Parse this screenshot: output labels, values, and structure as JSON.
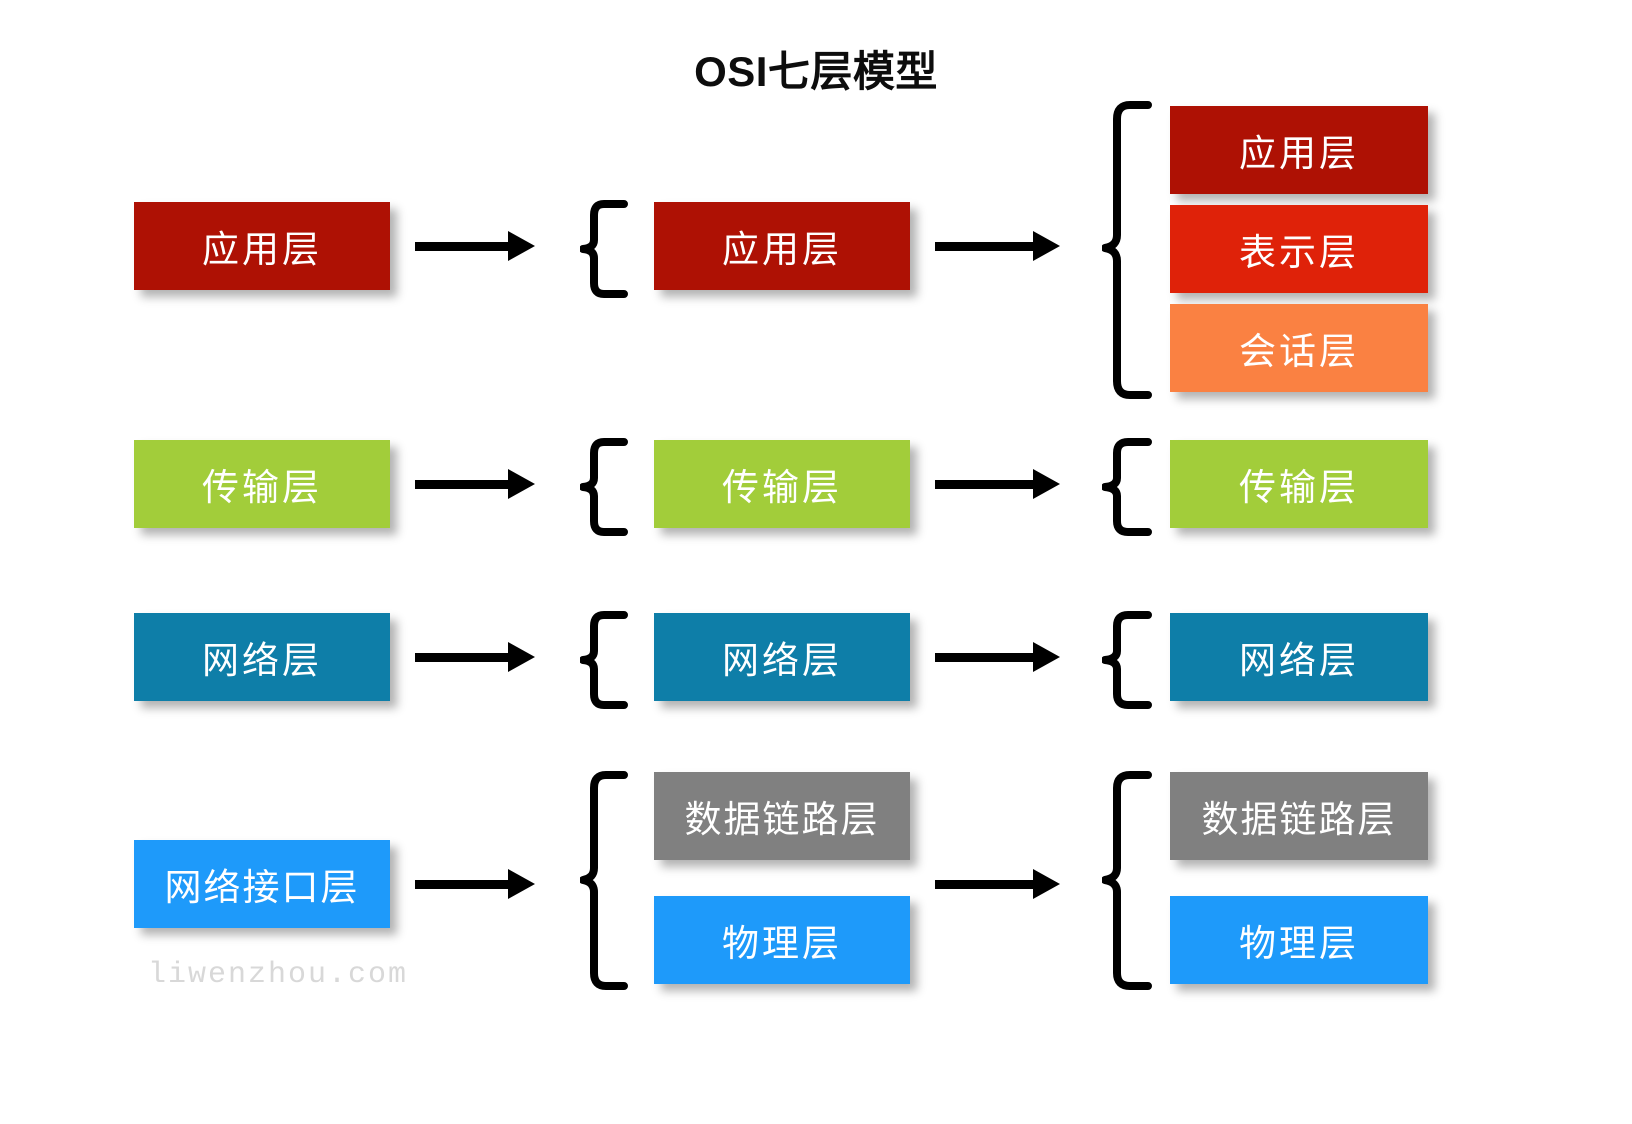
{
  "diagram": {
    "title": "OSI七层模型",
    "watermark": "liwenzhou.com",
    "colors": {
      "application_dark_red": "#AE1104",
      "presentation_red": "#DF2209",
      "session_orange": "#FA8142",
      "transport_green": "#A2CD3A",
      "network_teal": "#0E7EA8",
      "datalink_gray": "#808080",
      "physical_blue": "#1E9AFA",
      "interface_blue": "#1E9AFA",
      "arrow_black": "#000000",
      "title_black": "#0D0D0D",
      "watermark_gray": "#D8D8D8"
    },
    "columns": [
      {
        "name": "four-layer-model",
        "boxes": [
          {
            "label": "应用层",
            "color": "#AE1104"
          },
          {
            "label": "传输层",
            "color": "#A2CD3A"
          },
          {
            "label": "网络层",
            "color": "#0E7EA8"
          },
          {
            "label": "网络接口层",
            "color": "#1E9AFA"
          }
        ]
      },
      {
        "name": "five-layer-model",
        "boxes": [
          {
            "label": "应用层",
            "color": "#AE1104"
          },
          {
            "label": "传输层",
            "color": "#A2CD3A"
          },
          {
            "label": "网络层",
            "color": "#0E7EA8"
          },
          {
            "label": "数据链路层",
            "color": "#808080"
          },
          {
            "label": "物理层",
            "color": "#1E9AFA"
          }
        ]
      },
      {
        "name": "seven-layer-model",
        "boxes": [
          {
            "label": "应用层",
            "color": "#AE1104"
          },
          {
            "label": "表示层",
            "color": "#DF2209"
          },
          {
            "label": "会话层",
            "color": "#FA8142"
          },
          {
            "label": "传输层",
            "color": "#A2CD3A"
          },
          {
            "label": "网络层",
            "color": "#0E7EA8"
          },
          {
            "label": "数据链路层",
            "color": "#808080"
          },
          {
            "label": "物理层",
            "color": "#1E9AFA"
          }
        ]
      }
    ],
    "arrows": [
      {
        "name": "arrow-application-row"
      },
      {
        "name": "arrow-application-row-2"
      },
      {
        "name": "arrow-transport-row"
      },
      {
        "name": "arrow-transport-row-2"
      },
      {
        "name": "arrow-network-row"
      },
      {
        "name": "arrow-network-row-2"
      },
      {
        "name": "arrow-interface-row"
      },
      {
        "name": "arrow-interface-row-2"
      }
    ],
    "braces": [
      {
        "name": "brace-application-mid"
      },
      {
        "name": "brace-application-right"
      },
      {
        "name": "brace-transport-mid"
      },
      {
        "name": "brace-transport-right"
      },
      {
        "name": "brace-network-mid"
      },
      {
        "name": "brace-network-right"
      },
      {
        "name": "brace-interface-mid"
      },
      {
        "name": "brace-interface-right"
      }
    ]
  }
}
